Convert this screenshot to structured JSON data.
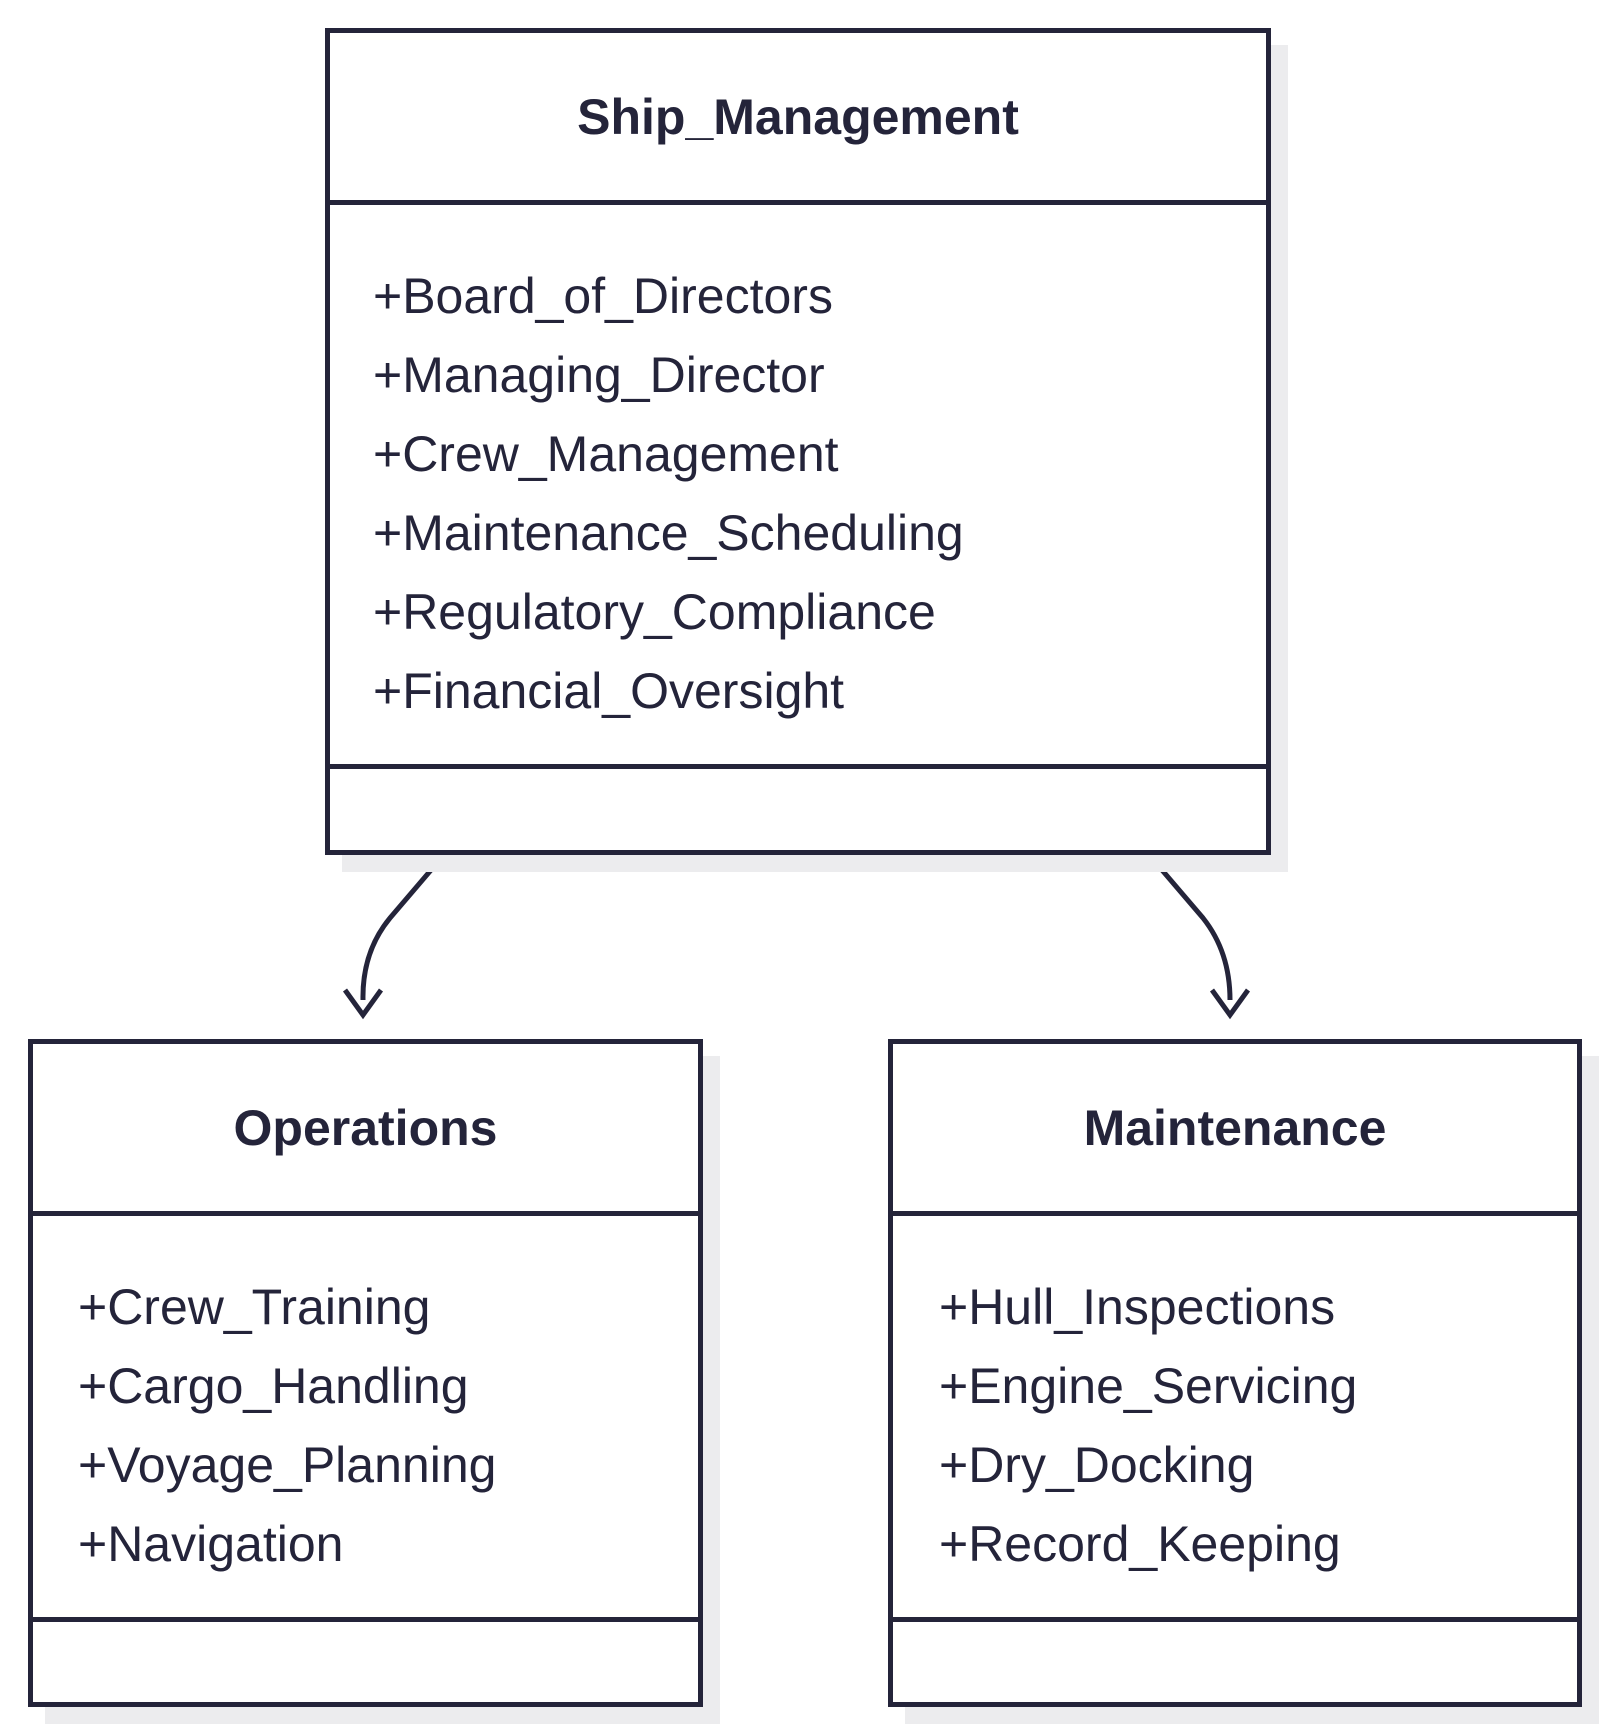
{
  "diagram": {
    "classes": [
      {
        "id": "ship",
        "name": "Ship_Management",
        "attributes": [
          "+Board_of_Directors",
          "+Managing_Director",
          "+Crew_Management",
          "+Maintenance_Scheduling",
          "+Regulatory_Compliance",
          "+Financial_Oversight"
        ]
      },
      {
        "id": "ops",
        "name": "Operations",
        "attributes": [
          "+Crew_Training",
          "+Cargo_Handling",
          "+Voyage_Planning",
          "+Navigation"
        ]
      },
      {
        "id": "maint",
        "name": "Maintenance",
        "attributes": [
          "+Hull_Inspections",
          "+Engine_Servicing",
          "+Dry_Docking",
          "+Record_Keeping"
        ]
      }
    ],
    "relations": [
      {
        "from": "Ship_Management",
        "to": "Operations"
      },
      {
        "from": "Ship_Management",
        "to": "Maintenance"
      }
    ],
    "colors": {
      "line": "#24243a",
      "text": "#24243a",
      "shadow": "#ececee",
      "background": "#ffffff"
    }
  }
}
